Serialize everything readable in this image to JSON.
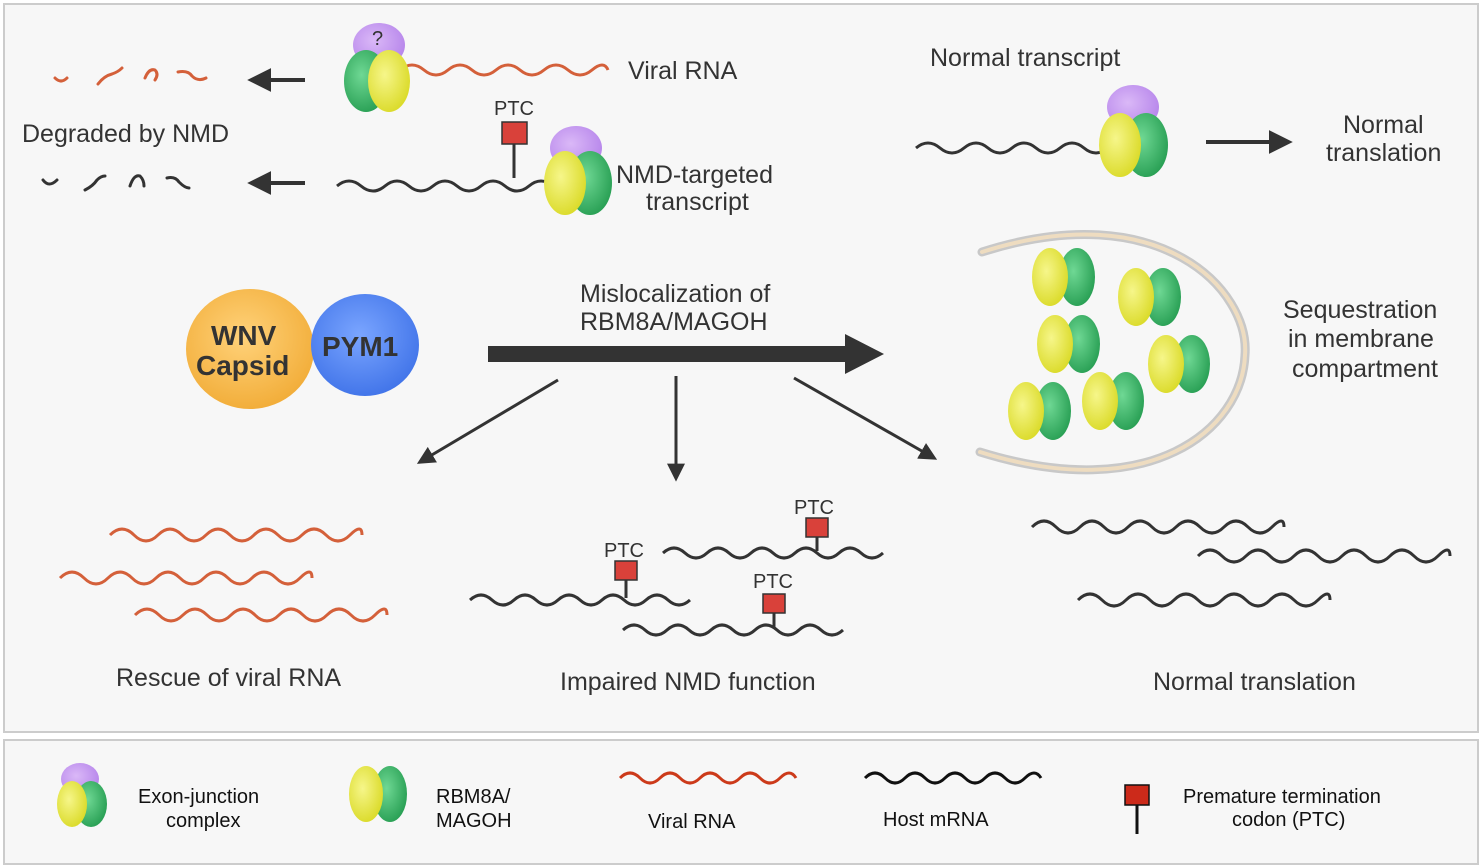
{
  "top": {
    "viral_rna": "Viral RNA",
    "question_mark": "?",
    "degraded": "Degraded by NMD",
    "ptc": "PTC",
    "nmd_targeted_line1": "NMD-targeted",
    "nmd_targeted_line2": "transcript",
    "normal_transcript": "Normal transcript",
    "normal_translation_line1": "Normal",
    "normal_translation_line2": "translation"
  },
  "middle": {
    "wnv_line1": "WNV",
    "wnv_line2": "Capsid",
    "pym1": "PYM1",
    "mislocalization_line1": "Mislocalization of",
    "mislocalization_line2": "RBM8A/MAGOH",
    "sequestration_line1": "Sequestration",
    "sequestration_line2": "in membrane",
    "sequestration_line3": "compartment"
  },
  "bottom": {
    "rescue": "Rescue of viral RNA",
    "impaired": "Impaired NMD function",
    "normal_translation": "Normal translation",
    "ptc": "PTC"
  },
  "legend": {
    "ejc_line1": "Exon-junction",
    "ejc_line2": "complex",
    "rbm_line1": "RBM8A/",
    "rbm_line2": "MAGOH",
    "viral_rna": "Viral RNA",
    "host_mrna": "Host mRNA",
    "ptc_line1": "Premature termination",
    "ptc_line2": "codon (PTC)"
  },
  "colors": {
    "viral": "#d4603a",
    "host": "#333333",
    "ptc": "#d9413a",
    "purple": "#c79af0",
    "yellow": "#e8e845",
    "green": "#3cb86a",
    "capsid": "#f5b445",
    "pym1": "#4a7df0"
  }
}
